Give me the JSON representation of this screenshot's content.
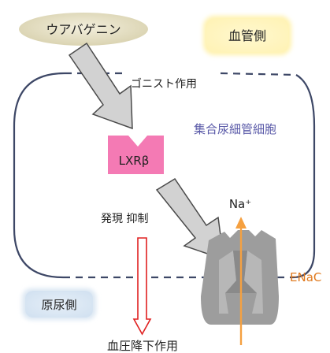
{
  "labels": {
    "ursolic": "ウアバゲニン",
    "blood_side": "血管側",
    "agonist_action": "ゴニスト作用",
    "cell": "集合尿細管細胞",
    "receptor": "LXRβ",
    "sodium": "Na⁺",
    "suppression": "発現 抑制",
    "channel": "ENaC",
    "urine_side": "原尿側",
    "effect": "血圧降下作用"
  },
  "colors": {
    "ursolic_fill": "#e6e0c4",
    "blood_side_fill": "#fff6c8",
    "urine_side_fill": "#dde9f5",
    "receptor_fill": "#f47ab4",
    "cell_border": "#3d4766",
    "cell_label": "#5a5aa8",
    "channel_label": "#e07a1f",
    "sodium_arrow": "#f5a040",
    "red_arrow": "#e02020",
    "gray_arrow_fill": "#cfcfcf",
    "channel_fill": "#9c9c9c"
  }
}
